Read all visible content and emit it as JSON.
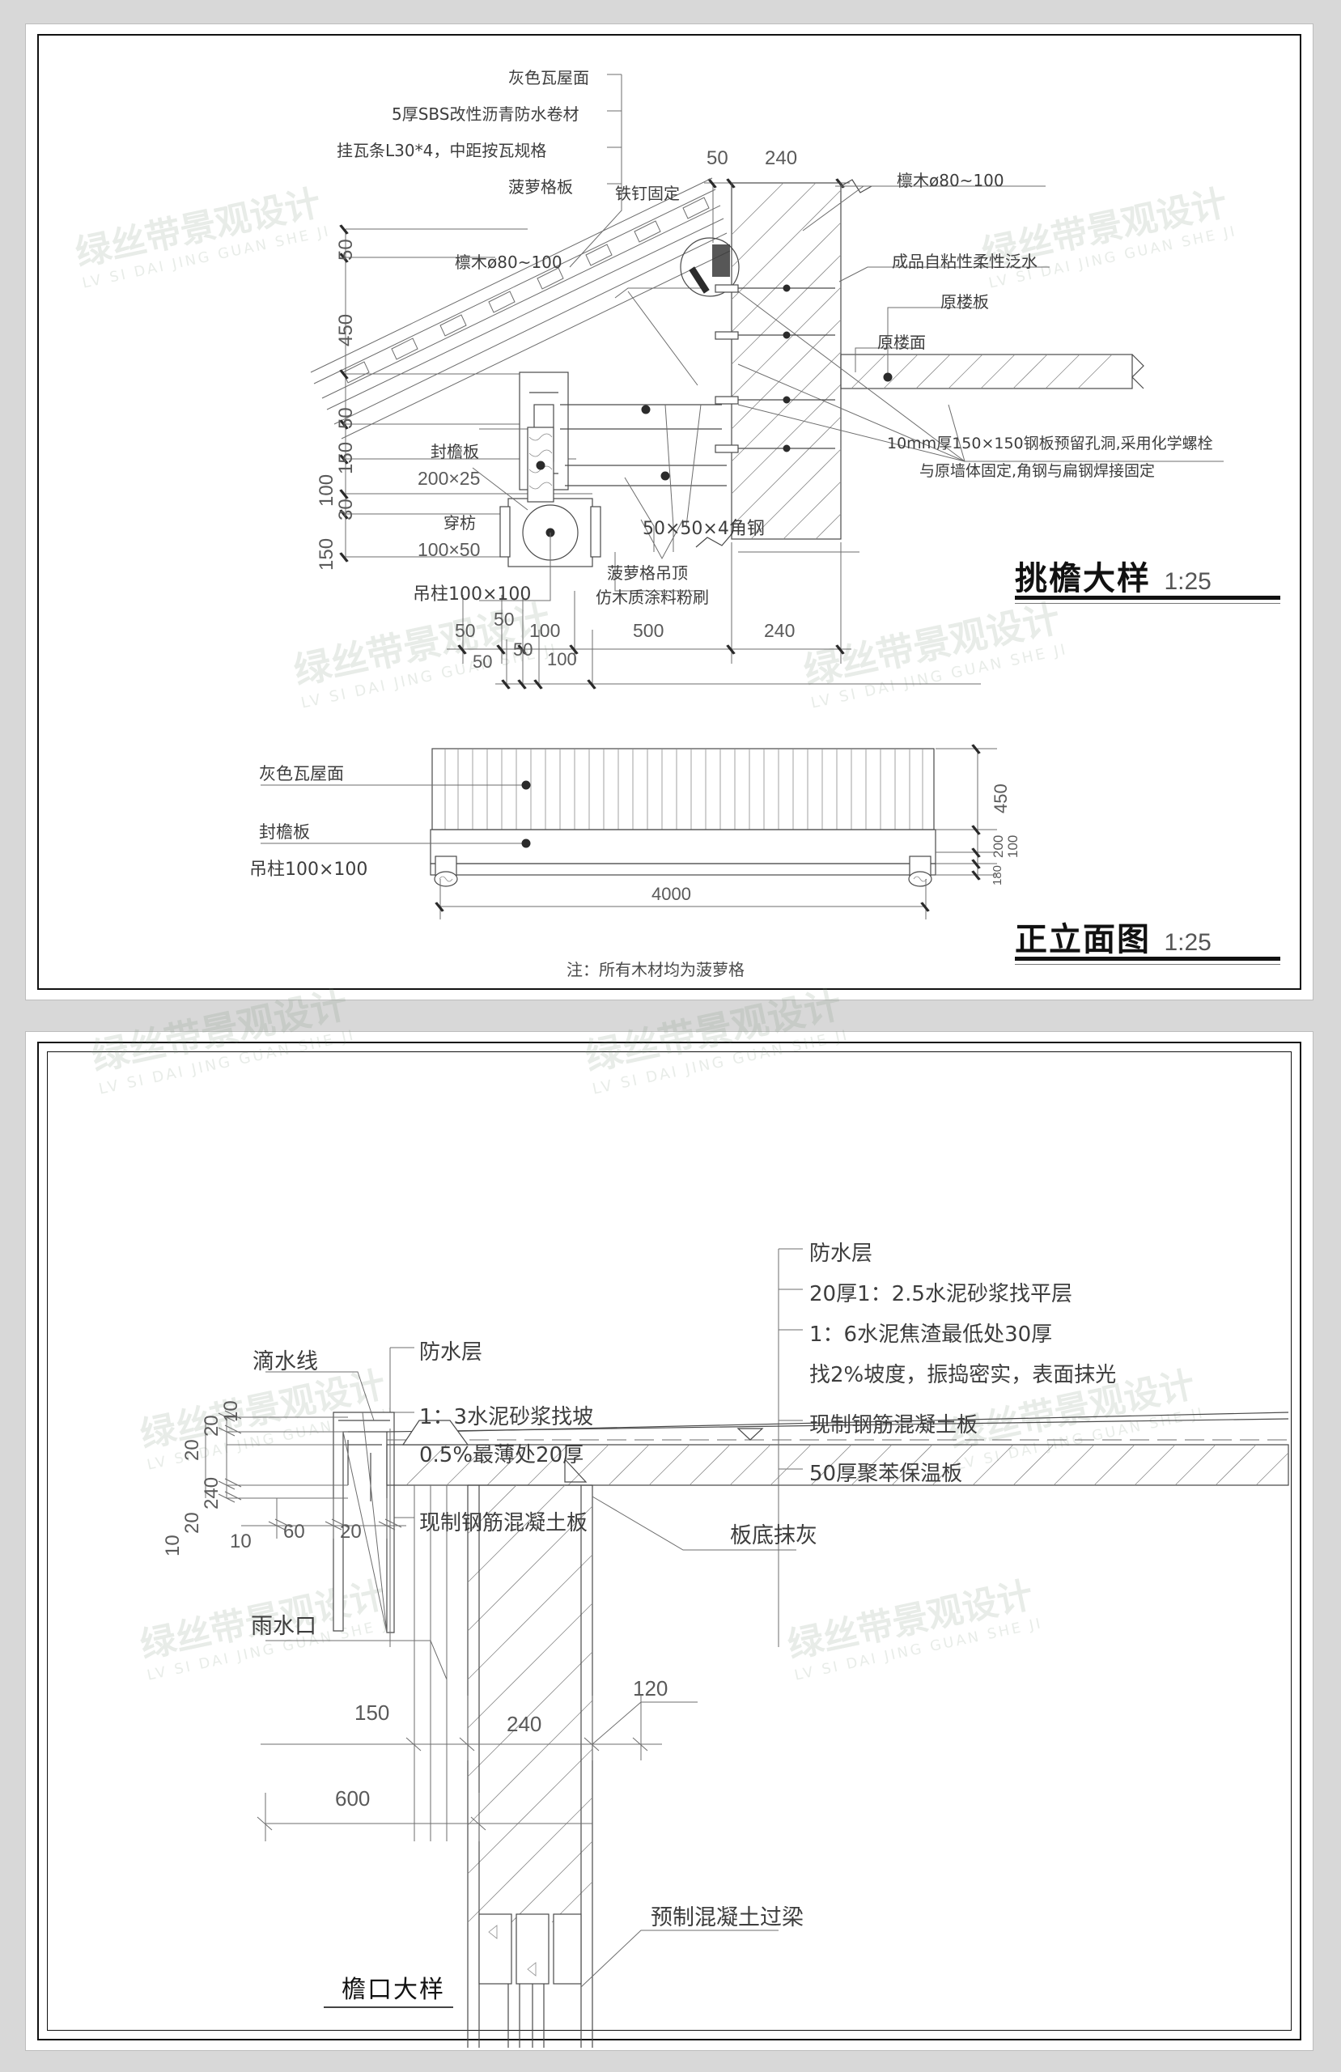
{
  "document": {
    "type": "architectural-detail-drawing",
    "sheets": 2
  },
  "sheet_top": {
    "title": "挑檐大样",
    "scale": "1:25",
    "title2": "正立面图",
    "scale2": "1:25",
    "note": "注：所有木材均为菠萝格",
    "roof_stack": [
      "灰色瓦屋面",
      "5厚SBS改性沥青防水卷材",
      "挂瓦条L30*4，中距按瓦规格",
      "菠萝格板"
    ],
    "labels": {
      "purlin_left": "檩木ø80~100",
      "purlin_right": "檩木ø80~100",
      "nail_fix": "铁钉固定",
      "flashing": "成品自粘性柔性泛水",
      "orig_slab": "原楼板",
      "orig_floor": "原楼面",
      "steel_plate_note_l1": "10mm厚150×150钢板预留孔洞,采用化学螺栓",
      "steel_plate_note_l2": "与原墙体固定,角钢与扁钢焊接固定",
      "fascia": "封檐板",
      "fascia_size": "200×25",
      "tie_beam": "穿枋",
      "tie_beam_size": "100×50",
      "hanging_col": "吊柱100×100",
      "angle_steel": "50×50×4角钢",
      "ceiling_l1": "菠萝格吊顶",
      "ceiling_l2": "仿木质涂料粉刷",
      "elev_roof": "灰色瓦屋面",
      "elev_fascia": "封檐板",
      "elev_col": "吊柱100×100"
    },
    "dims_vertical_left": [
      "50",
      "450",
      "50",
      "150",
      "100",
      "30",
      "150"
    ],
    "dims_top_right": [
      "50",
      "240"
    ],
    "dims_bottom": [
      "50",
      "50",
      "100",
      "500",
      "240"
    ],
    "dims_elev_right": [
      "450",
      "200",
      "100",
      "180"
    ],
    "dims_elev_bottom": [
      "4000"
    ]
  },
  "sheet_bottom": {
    "title": "檐口大样",
    "left_stack": [
      "防水层",
      "1：3水泥砂浆找坡",
      "0.5%最薄处20厚",
      "现制钢筋混凝土板"
    ],
    "right_stack": [
      "防水层",
      "20厚1：2.5水泥砂浆找平层",
      "1：6水泥焦渣最低处30厚",
      "找2%坡度，振捣密实，表面抹光",
      "现制钢筋混凝土板",
      "50厚聚苯保温板"
    ],
    "labels": {
      "drip_line": "滴水线",
      "rain_inlet": "雨水口",
      "soffit_plaster": "板底抹灰",
      "precast_lintel": "预制混凝土过梁"
    },
    "dims_vertical_left": [
      "20",
      "10",
      "20",
      "240",
      "20",
      "10"
    ],
    "dims_bottom_left": [
      "10",
      "60",
      "20"
    ],
    "dims_mid": [
      "150",
      "240",
      "120"
    ],
    "dims_low": [
      "600"
    ]
  },
  "watermark": {
    "cn": "绿丝带景观设计",
    "en": "LV SI DAI JING GUAN SHE JI"
  },
  "colors": {
    "paper": "#ffffff",
    "backdrop": "#d8d8d8",
    "line": "#6d6d6d",
    "text": "#3d3d3d",
    "title": "#111111"
  }
}
